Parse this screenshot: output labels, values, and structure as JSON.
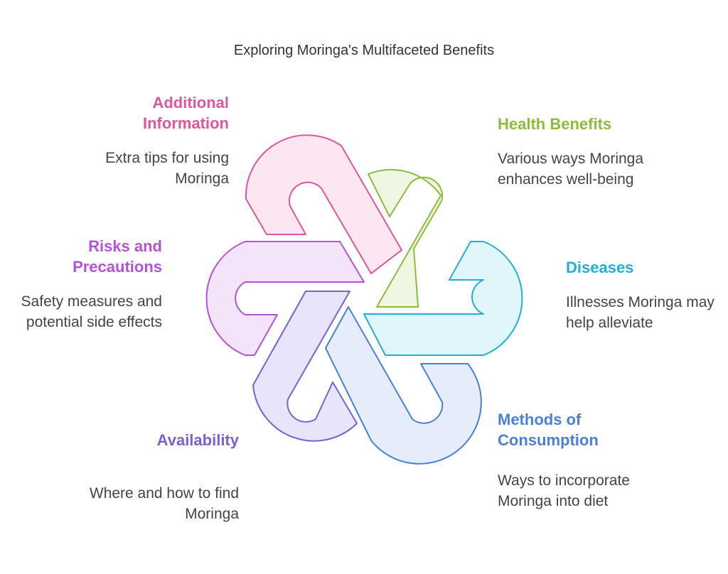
{
  "title": "Exploring Moringa's Multifaceted Benefits",
  "colors": {
    "additional": "#e0559f",
    "health": "#8cbd3a",
    "diseases": "#1fb0d8",
    "methods": "#4a7fd8",
    "availability": "#7a60d8",
    "risks": "#b553d8"
  },
  "segments": [
    {
      "key": "additional",
      "title": "Additional Information",
      "description": "Extra tips for using Moringa",
      "color": "#e0559f",
      "fill": "#fce6f1"
    },
    {
      "key": "health",
      "title": "Health Benefits",
      "description": "Various ways Moringa enhances well-being",
      "color": "#8cbd3a",
      "fill": "#eff7e3"
    },
    {
      "key": "diseases",
      "title": "Diseases",
      "description": "Illnesses Moringa may help alleviate",
      "color": "#1fb0d8",
      "fill": "#e1f6fb"
    },
    {
      "key": "methods",
      "title": "Methods of Consumption",
      "description": "Ways to incorporate Moringa into diet",
      "color": "#4a7fd8",
      "fill": "#e5edfb"
    },
    {
      "key": "availability",
      "title": "Availability",
      "description": "Where and how to find Moringa",
      "color": "#7a60d8",
      "fill": "#e8e4fa"
    },
    {
      "key": "risks",
      "title": "Risks and Precautions",
      "description": "Safety measures and potential side effects",
      "color": "#b553d8",
      "fill": "#f4e4f9"
    }
  ]
}
